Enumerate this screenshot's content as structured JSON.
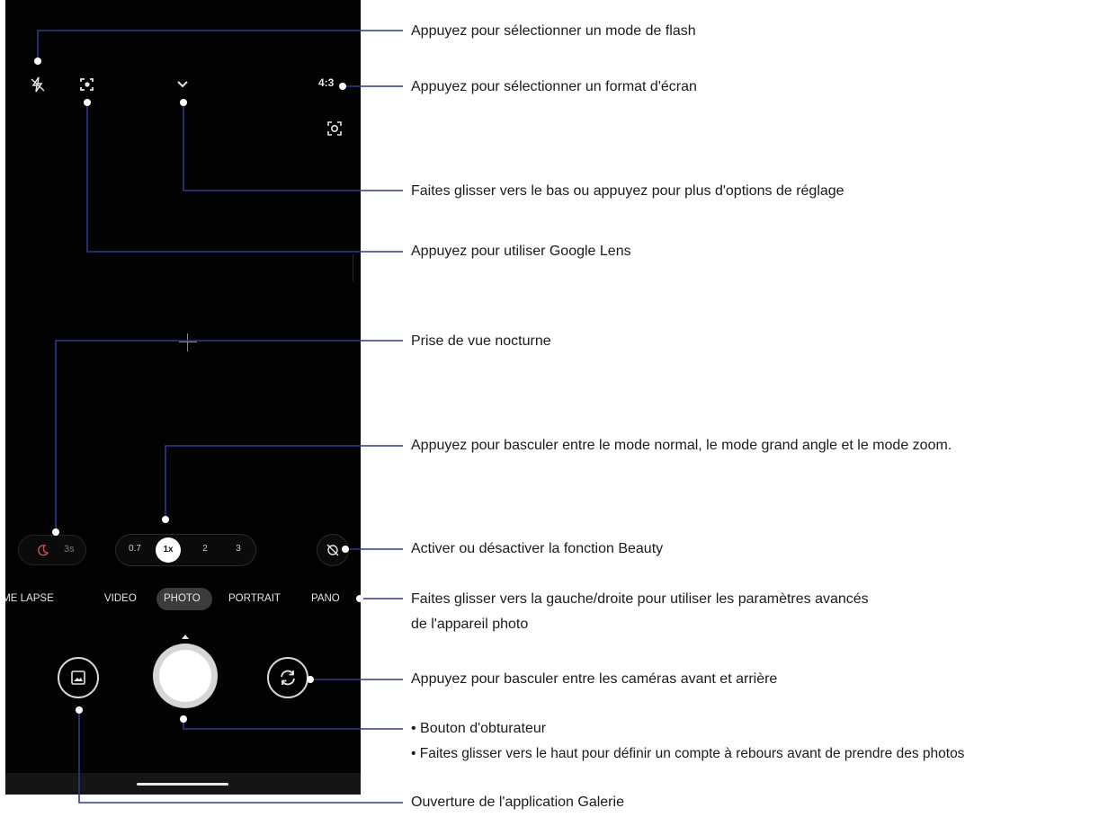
{
  "camera": {
    "top_bar": {
      "flash_icon": "flash-off-icon",
      "lens_icon": "google-lens-icon",
      "more_icon": "chevron-down-icon",
      "aspect_ratio": "4:3",
      "focus_icon": "focus-frame-icon"
    },
    "night": {
      "icon": "moon-icon",
      "time": "3s"
    },
    "zoom": {
      "options": [
        "0.7",
        "1x",
        "2",
        "3"
      ],
      "selected": "1x"
    },
    "beauty_icon": "beauty-off-icon",
    "modes": [
      "TIME LAPSE",
      "VIDEO",
      "PHOTO",
      "PORTRAIT",
      "PANO"
    ],
    "selected_mode": "PHOTO",
    "gallery_icon": "gallery-icon",
    "switch_icon": "switch-camera-icon"
  },
  "callouts": {
    "flash": "Appuyez pour sélectionner un mode de flash",
    "ratio": "Appuyez pour sélectionner un format d'écran",
    "more": "Faites glisser vers le bas ou appuyez pour plus d'options de réglage",
    "lens": "Appuyez pour utiliser Google Lens",
    "night": "Prise de vue nocturne",
    "zoom": "Appuyez pour basculer entre le mode normal, le mode grand angle et le mode zoom.",
    "beauty": "Activer ou désactiver la fonction Beauty",
    "modes_line1": "Faites glisser vers la gauche/droite pour utiliser les paramètres avancés",
    "modes_line2": "de l'appareil photo",
    "switch": "Appuyez pour basculer entre les caméras avant et arrière",
    "shutter_line1": "• Bouton d'obturateur",
    "shutter_line2": "• Faites glisser vers le haut pour définir un compte à rebours avant de prendre des photos",
    "gallery": "Ouverture de l'application Galerie"
  },
  "colors": {
    "leader_line": "#2e3a8c",
    "screen_bg": "#020202"
  }
}
